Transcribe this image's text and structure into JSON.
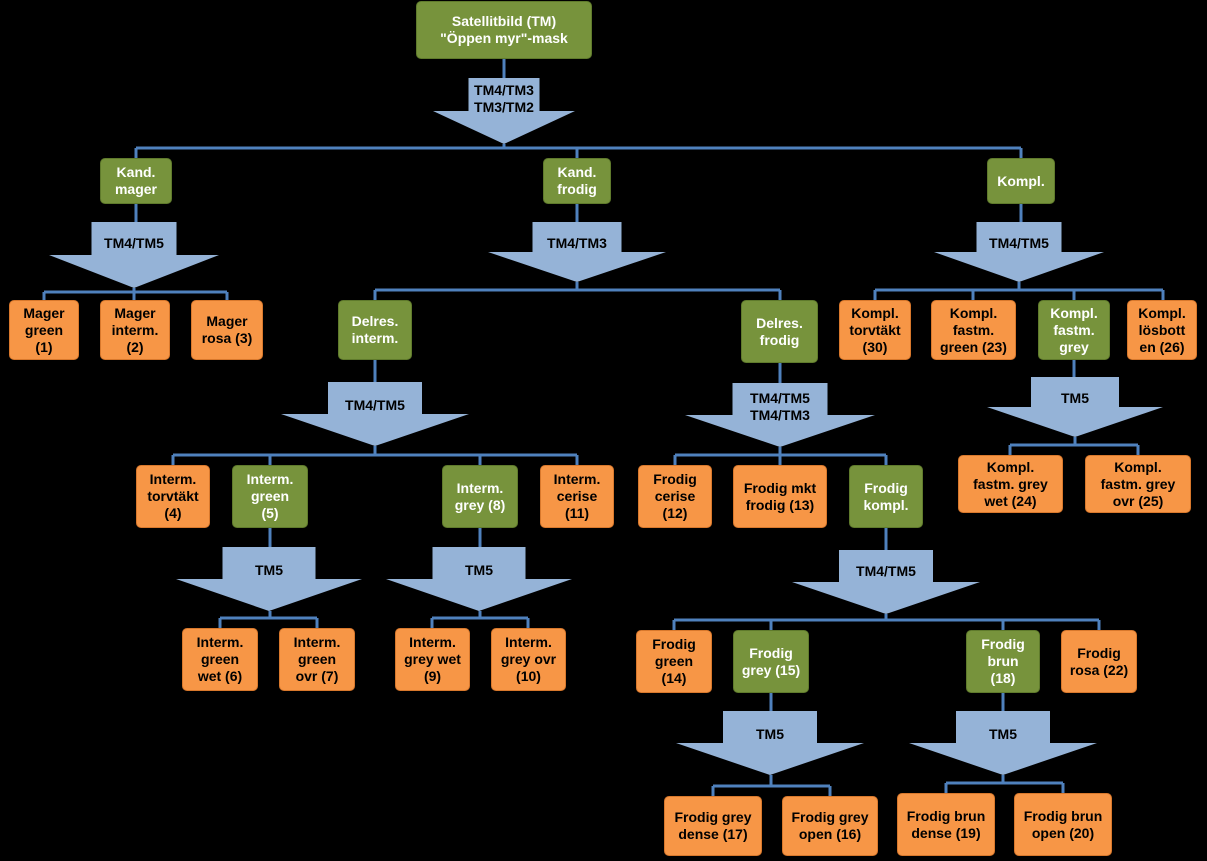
{
  "colors": {
    "background": "#000000",
    "green": "#77933c",
    "orange": "#f79646",
    "arrow": "#95b3d7",
    "connector": "#4f81bd"
  },
  "nodes": {
    "root": "Satellitbild (TM)\n\"Öppen myr\"-mask",
    "kand_mager": "Kand.\nmager",
    "kand_frodig": "Kand.\nfrodig",
    "kompl": "Kompl.",
    "mager_green": "Mager\ngreen\n(1)",
    "mager_interm": "Mager\ninterm.\n(2)",
    "mager_rosa": "Mager\nrosa (3)",
    "delres_interm": "Delres.\ninterm.",
    "delres_frodig": "Delres.\nfrodig",
    "kompl_torvtakt": "Kompl.\ntorvtäkt\n(30)",
    "kompl_fastm_green": "Kompl.\nfastm.\ngreen (23)",
    "kompl_fastm_grey": "Kompl.\nfastm.\ngrey",
    "kompl_losbotten": "Kompl.\nlösbott\nen (26)",
    "kompl_wet": "Kompl.\nfastm. grey\nwet (24)",
    "kompl_ovr": "Kompl.\nfastm. grey\novr (25)",
    "interm_torvtakt": "Interm.\ntorvtäkt\n(4)",
    "interm_green": "Interm.\ngreen\n(5)",
    "interm_grey": "Interm.\ngrey (8)",
    "interm_cerise": "Interm.\ncerise\n(11)",
    "interm_green_wet": "Interm.\ngreen\nwet (6)",
    "interm_green_ovr": "Interm.\ngreen\novr (7)",
    "interm_grey_wet": "Interm.\ngrey wet\n(9)",
    "interm_grey_ovr": "Interm.\ngrey ovr\n(10)",
    "frodig_cerise": "Frodig\ncerise\n(12)",
    "frodig_mkt": "Frodig mkt\nfrodig (13)",
    "frodig_kompl": "Frodig\nkompl.",
    "frodig_green": "Frodig\ngreen\n(14)",
    "frodig_grey": "Frodig\ngrey (15)",
    "frodig_brun": "Frodig\nbrun\n(18)",
    "frodig_rosa": "Frodig\nrosa (22)",
    "frodig_grey_dense": "Frodig grey\ndense (17)",
    "frodig_grey_open": "Frodig grey\nopen (16)",
    "frodig_brun_dense": "Frodig brun\ndense (19)",
    "frodig_brun_open": "Frodig brun\nopen (20)"
  },
  "arrows": {
    "root_split": "TM4/TM3\nTM3/TM2",
    "mager_split": "TM4/TM5",
    "frodig_split": "TM4/TM3",
    "kompl_split": "TM4/TM5",
    "grey_split": "TM5",
    "delres_interm_split": "TM4/TM5",
    "delres_frodig_split": "TM4/TM5\nTM4/TM3",
    "interm_green_split": "TM5",
    "interm_grey_split": "TM5",
    "frodig_kompl_split": "TM4/TM5",
    "frodig_grey_split": "TM5",
    "frodig_brun_split": "TM5"
  }
}
